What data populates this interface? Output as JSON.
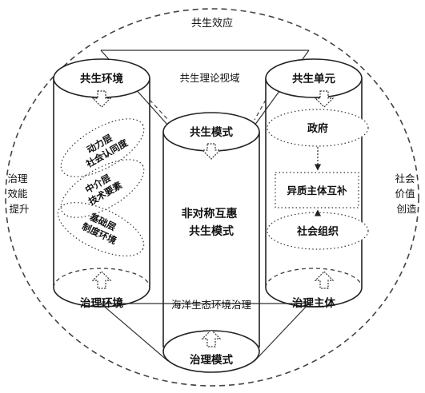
{
  "outer": {
    "top": "共生效应",
    "left": "治理\n效能\n提升",
    "right": "社会\n价值\n创造"
  },
  "ellipses": {
    "symbiotic_env": "共生环境",
    "symbiotic_unit": "共生单元",
    "symbiotic_mode": "共生模式",
    "governance_env": "治理环境",
    "governance_subject": "治理主体",
    "governance_mode": "治理模式"
  },
  "middle": {
    "theory_field": "共生理论视域",
    "center": "非对称互惠\n共生模式",
    "bottom_label": "海洋生态环境治理"
  },
  "left_layers": [
    "动力层\n社会认同度",
    "中介层\n技术要素",
    "基础层\n制度环境"
  ],
  "right_stack": {
    "gov": "政府",
    "complement": "异质主体互补",
    "social": "社会组织"
  }
}
